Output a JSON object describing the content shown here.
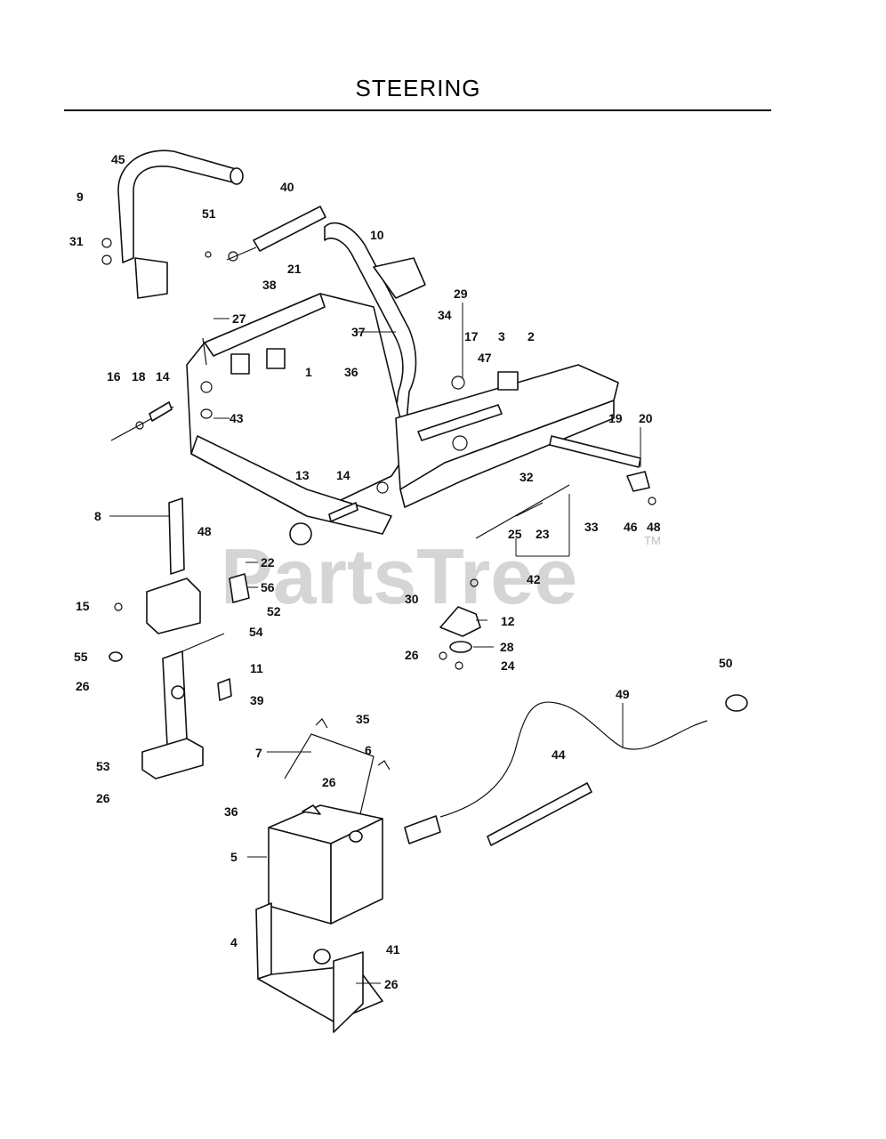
{
  "title": "STEERING",
  "watermark": "PartsTree",
  "watermark_tm": "TM",
  "callouts": [
    "45",
    "9",
    "31",
    "40",
    "51",
    "10",
    "21",
    "38",
    "27",
    "29",
    "34",
    "37",
    "17",
    "3",
    "2",
    "47",
    "16",
    "18",
    "14",
    "1",
    "36",
    "43",
    "19",
    "20",
    "13",
    "14",
    "32",
    "8",
    "48",
    "33",
    "46",
    "48",
    "25",
    "23",
    "22",
    "56",
    "42",
    "15",
    "52",
    "30",
    "12",
    "54",
    "28",
    "55",
    "26",
    "24",
    "11",
    "50",
    "26",
    "39",
    "49",
    "35",
    "7",
    "6",
    "44",
    "53",
    "26",
    "26",
    "36",
    "5",
    "4",
    "41",
    "26"
  ]
}
